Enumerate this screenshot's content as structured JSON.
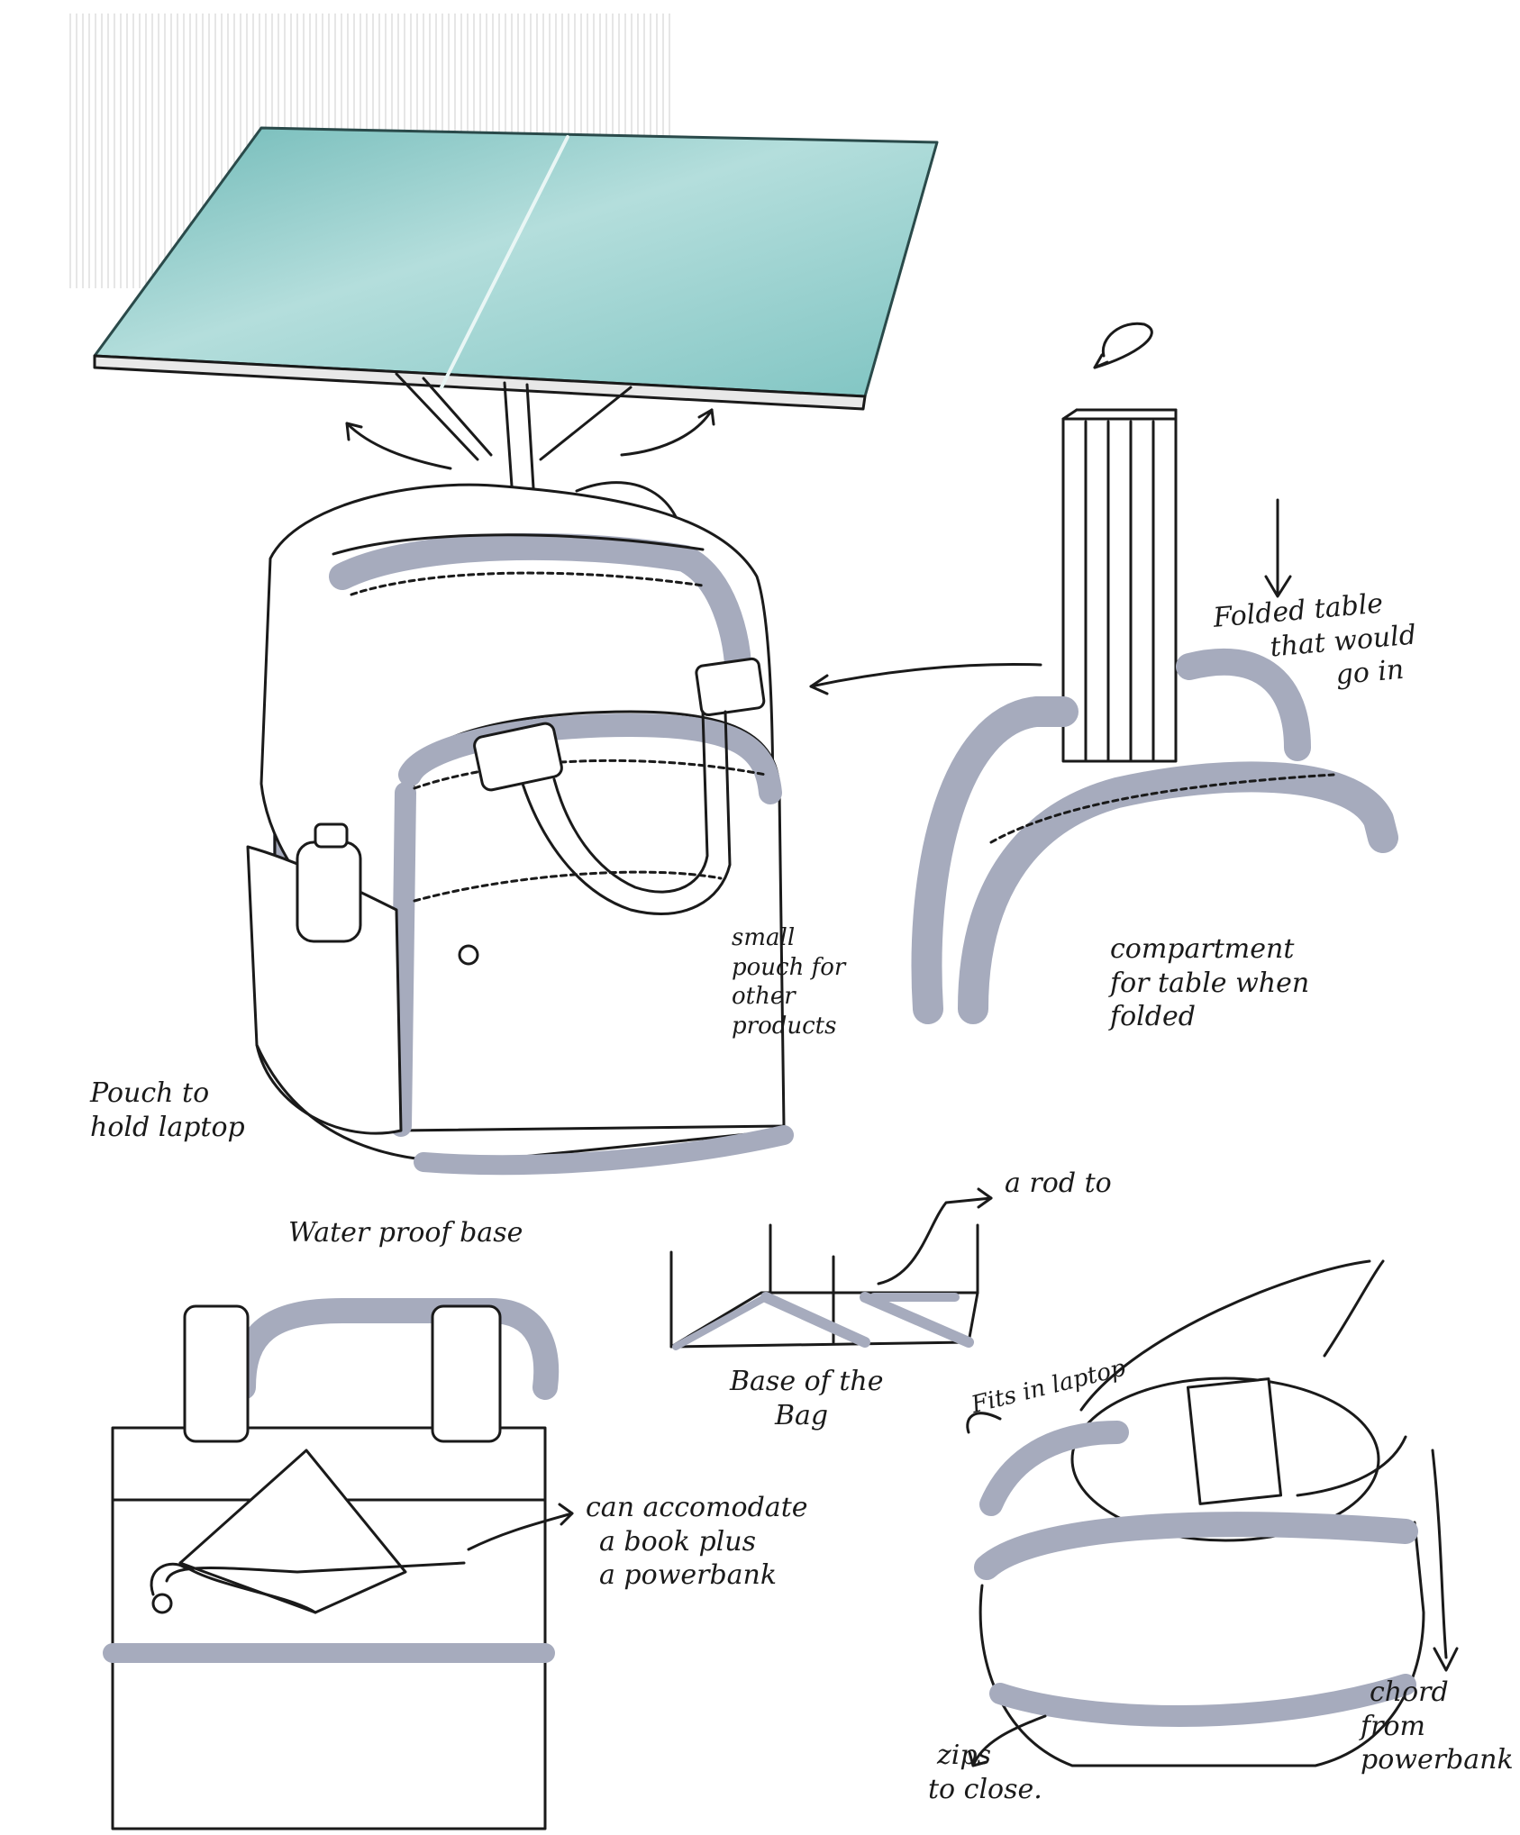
{
  "colors": {
    "ink": "#1a1a1a",
    "table_top": "#7fc4c2",
    "table_top_light": "#b4dedc",
    "fabric_grey": "#a6abbd",
    "paper": "#ffffff"
  },
  "labels": {
    "folded_table": [
      "Folded table",
      "that would",
      "go in"
    ],
    "small_pouch": [
      "small",
      "pouch for",
      "other",
      "products"
    ],
    "compartment": [
      "compartment",
      "for table when",
      "folded"
    ],
    "pouch_laptop": [
      "Pouch to",
      "hold laptop"
    ],
    "waterproof": "Water proof base",
    "rod": "a rod to",
    "base_of_bag": [
      "Base of the",
      "Bag"
    ],
    "fits_laptop": "Fits in laptop",
    "accommodate": [
      "can accomodate",
      "a book plus",
      "a powerbank"
    ],
    "chord": [
      "chord",
      "from",
      "powerbank"
    ],
    "zips": [
      "zips",
      "to close."
    ]
  }
}
